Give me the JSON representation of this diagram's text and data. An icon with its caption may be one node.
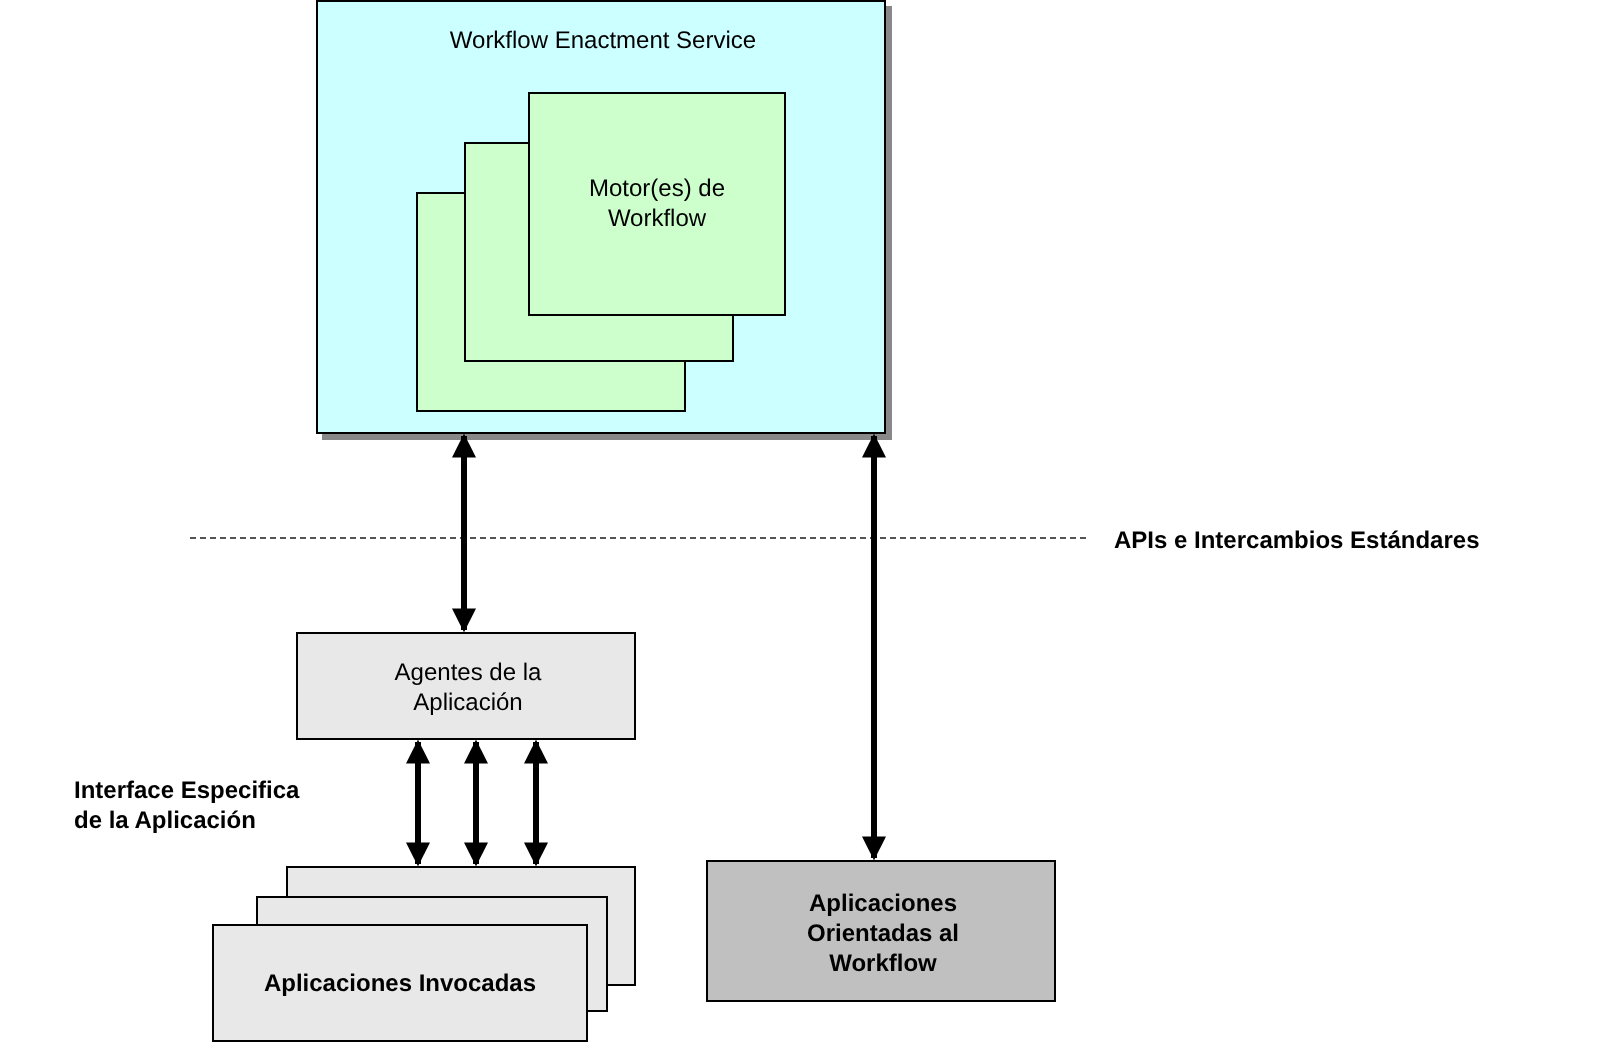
{
  "diagram": {
    "nodes": [
      {
        "text": [
          "Workflow Enactment Service"
        ]
      },
      {
        "text": [
          "Motor(es) de Workflow"
        ],
        "in": 0
      },
      {
        "text": [
          "Agentes de la Aplicación"
        ]
      },
      {
        "text": [
          "Aplicaciones Invocadas"
        ]
      },
      {
        "text": [
          "Aplicaciones Orientadas al Workflow"
        ]
      }
    ],
    "edges": [
      {
        "from": 0,
        "to": 2,
        "arrow": "both"
      },
      {
        "from": 0,
        "to": 4,
        "arrow": "both"
      },
      {
        "from": 2,
        "to": 3,
        "arrow": "both"
      },
      {
        "from": 2,
        "to": 3,
        "arrow": "both"
      },
      {
        "from": 2,
        "to": 3,
        "arrow": "both"
      }
    ],
    "labels": [
      "APIs e Intercambios Estándares",
      "Interface Especifica de la Aplicación"
    ]
  }
}
